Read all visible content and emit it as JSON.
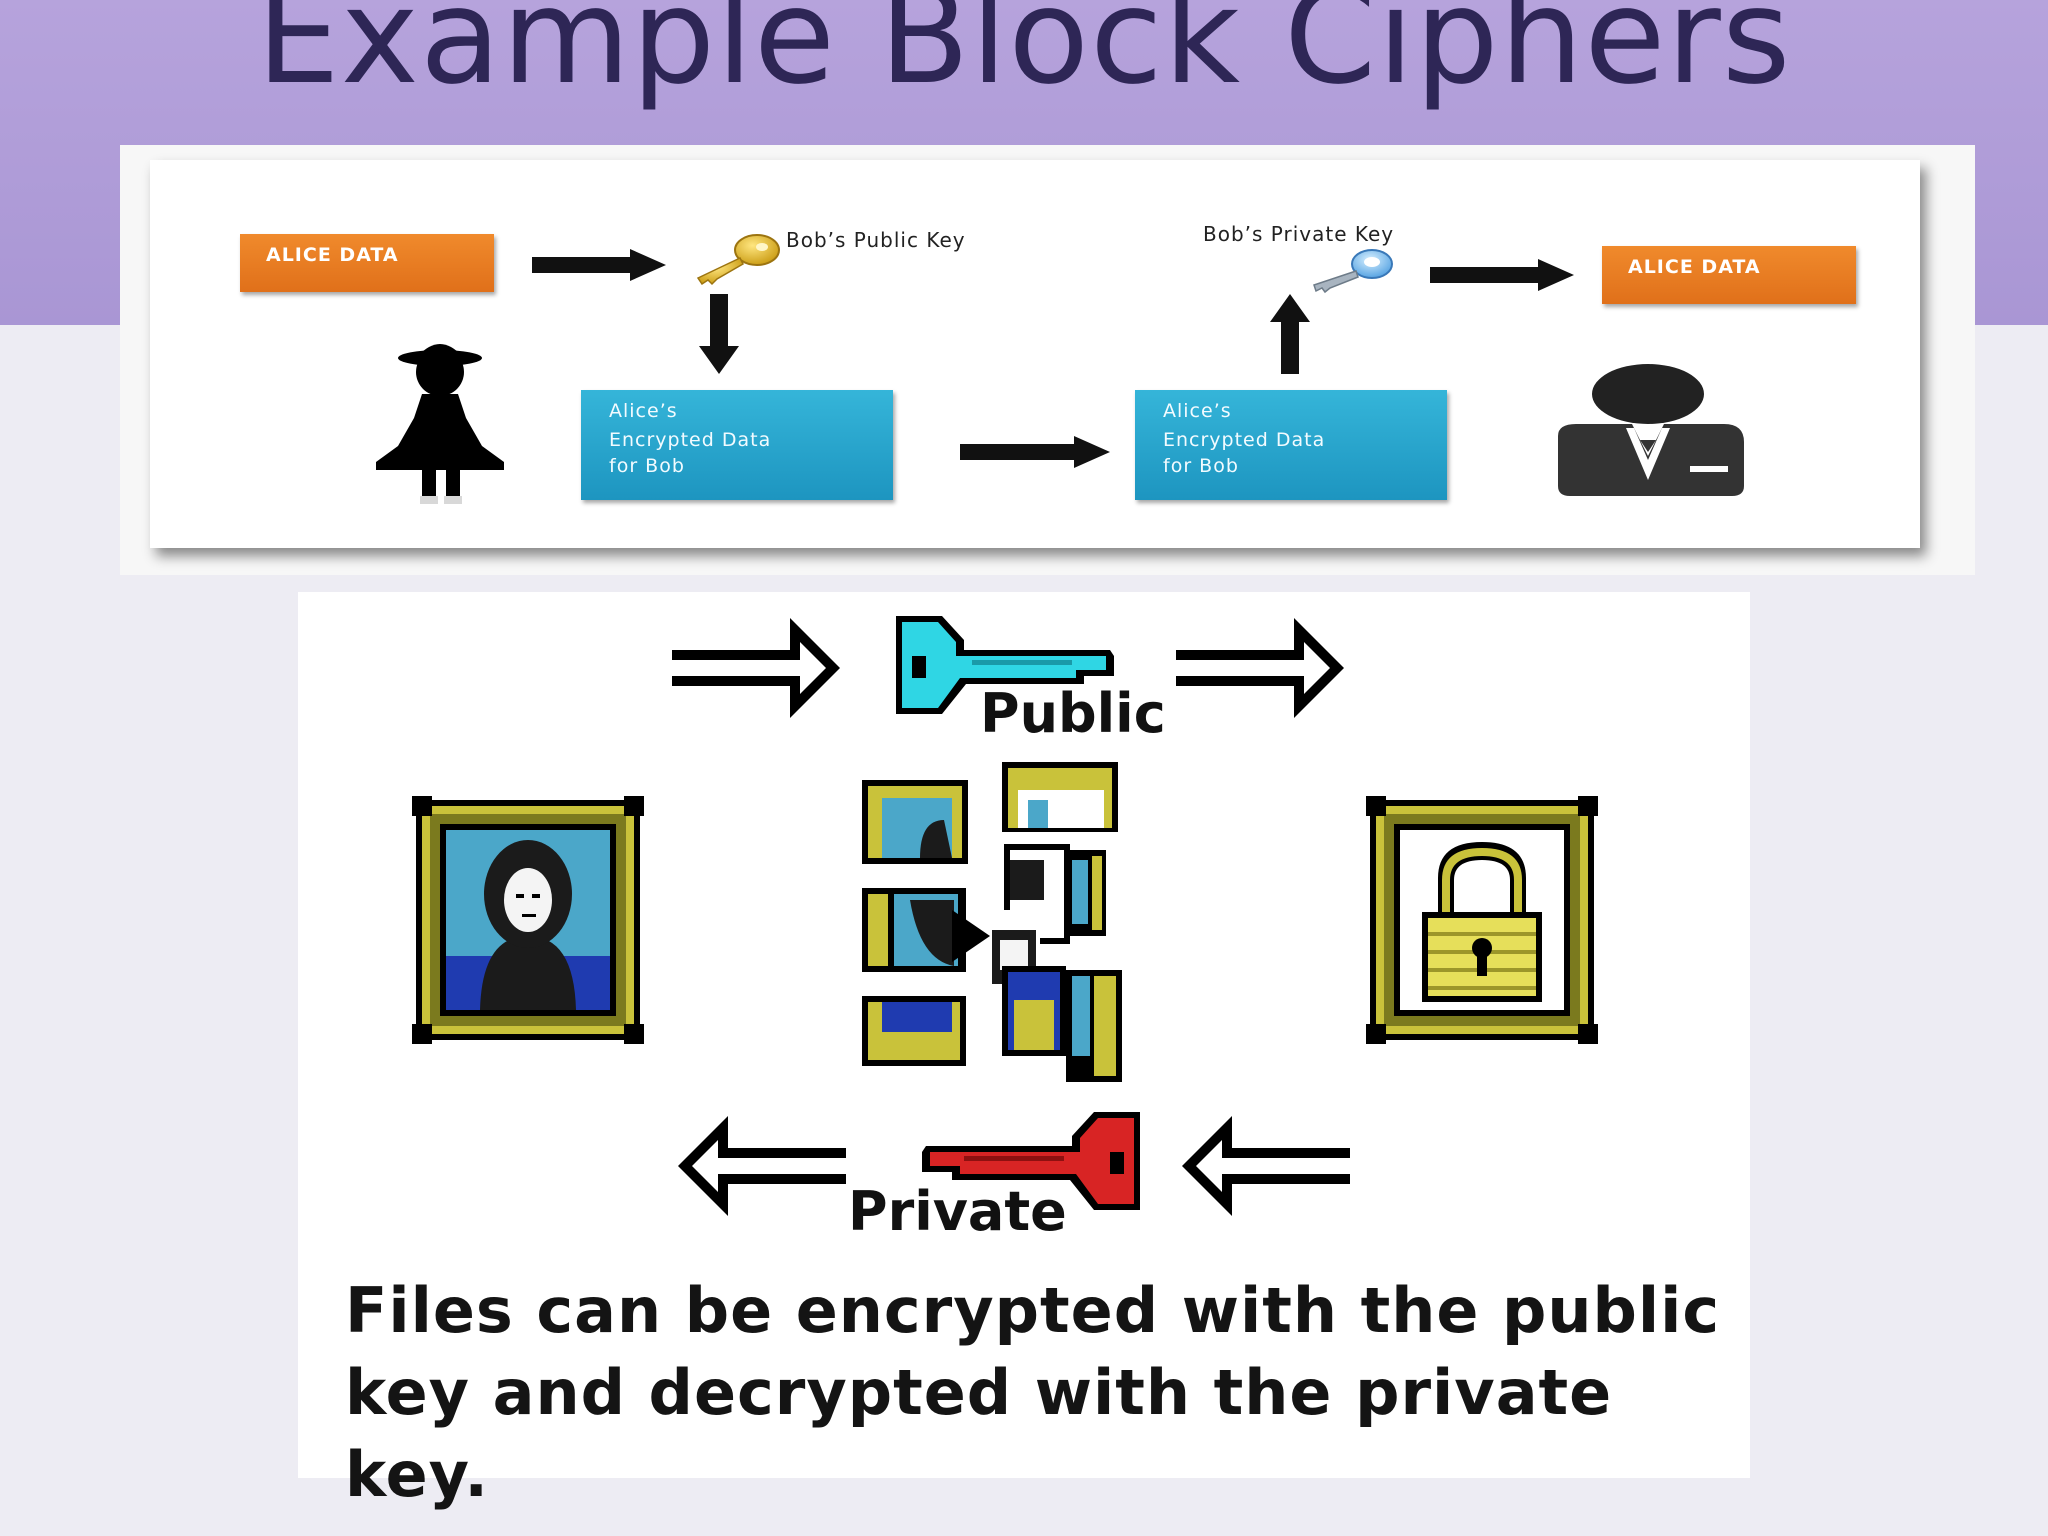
{
  "slide": {
    "title": "Example Block Ciphers"
  },
  "diagram1": {
    "sender_data_label": "ALICE DATA",
    "public_key_label": "Bob’s Public Key",
    "private_key_label": "Bob’s Private Key",
    "receiver_data_label": "ALICE DATA",
    "encrypted_left": {
      "line1": "Alice’s",
      "line2": "Encrypted Data",
      "line3": "for Bob"
    },
    "encrypted_right": {
      "line1": "Alice’s",
      "line2": "Encrypted Data",
      "line3": "for Bob"
    },
    "colors": {
      "data_box": "#e57a22",
      "encrypted_box": "#2aa7d0"
    },
    "icons": [
      "golden-key-icon",
      "blue-key-icon",
      "woman-silhouette-icon",
      "businessman-icon",
      "arrow-icon"
    ]
  },
  "diagram2": {
    "public_label": "Public",
    "private_label": "Private",
    "caption_line1": "Files can be encrypted with the public",
    "caption_line2": "key and decrypted with the private key.",
    "colors": {
      "public_key": "#22d4e0",
      "private_key": "#d92020",
      "frame": "#c9c23a"
    },
    "icons": [
      "cyan-key-icon",
      "red-key-icon",
      "portrait-frame-icon",
      "scrambled-frame-icon",
      "padlock-frame-icon",
      "hollow-arrow-icon"
    ]
  }
}
